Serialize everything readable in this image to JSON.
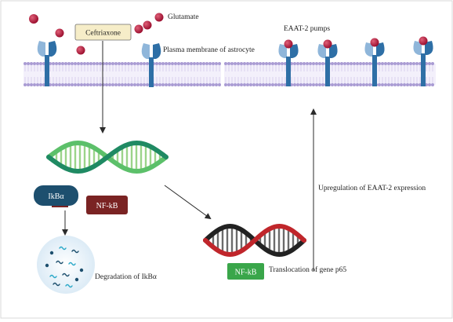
{
  "labels": {
    "ceftriaxone": "Ceftriaxone",
    "glutamate": "Glutamate",
    "membrane": "Plasma membrane of astrocyte",
    "eaat2_pumps": "EAAT-2 pumps",
    "ikba": "IkBα",
    "nfkb_bound": "NF-kB",
    "nfkb_nuclear": "NF-kB",
    "degradation": "Degradation of IkBα",
    "translocation": "Translocation of gene p65",
    "upregulation": "Upregulation of EAAT-2 expression"
  },
  "colors": {
    "membrane": "#a99bd3",
    "glutamate": "#b8193c",
    "pump_blue": "#2e6fa6",
    "ikba_box": "#1d4f6e",
    "nfkb_box": "#7a2323",
    "nfkb_nuclear_box": "#3aa64a",
    "ceftriaxone_box": "#f6edc8",
    "dna_green": "#27a36a",
    "dna_red": "#c0262b"
  }
}
